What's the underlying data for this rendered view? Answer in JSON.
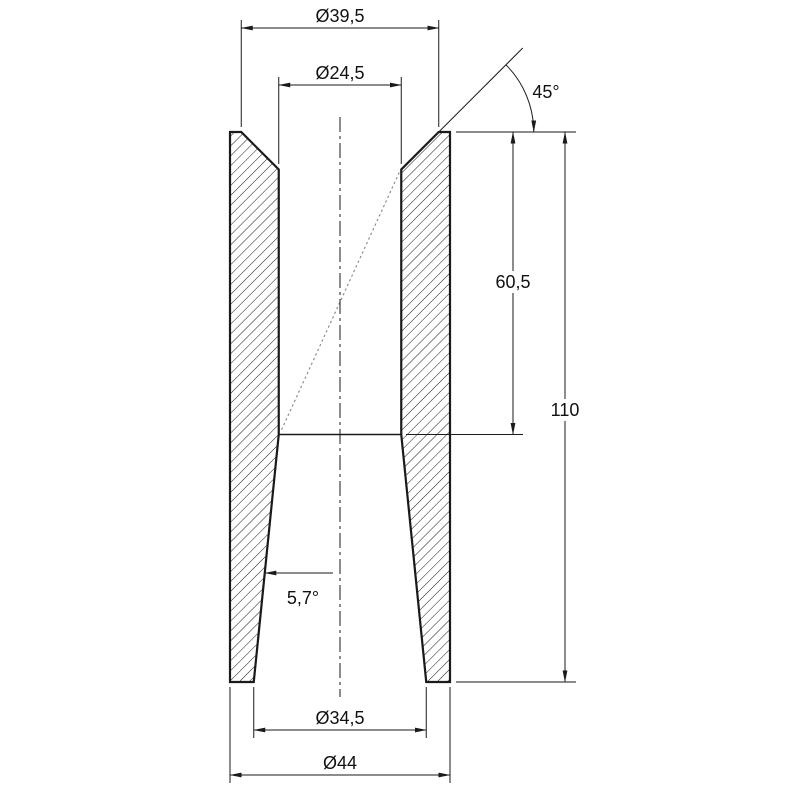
{
  "drawing": {
    "background": "#ffffff",
    "line_color": "#1a1a1a",
    "dimensions": {
      "dia_top_chamfer": "Ø39,5",
      "dia_bore": "Ø24,5",
      "chamfer_angle": "45°",
      "bore_depth": "60,5",
      "overall_height": "110",
      "taper_angle": "5,7°",
      "dia_bore_bottom": "Ø34,5",
      "dia_outer": "Ø44"
    }
  }
}
